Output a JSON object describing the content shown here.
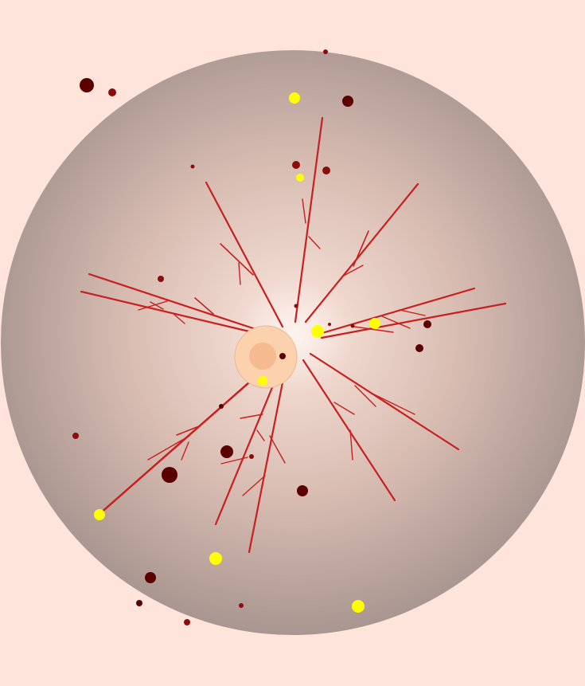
{
  "colors": {
    "background": "#ffe4dc",
    "sphere_center": "#fbe6dd",
    "sphere_mid": "#d8bcb2",
    "sphere_edge": "#a99690",
    "vessel": "#c8201e",
    "optic_disc": "#fcd2ae",
    "optic_disc_inner": "#f4b488",
    "hemorrhage": "#8a0d0d",
    "hemorrhage_dark": "#5a0000",
    "exudate": "#ffff00"
  },
  "elements": {
    "optic_disc": "optic-disc",
    "fovea": "fovea",
    "vessel": "blood-vessel",
    "hemorrhage": "hemorrhage-spot",
    "exudate": "exudate-spot"
  }
}
